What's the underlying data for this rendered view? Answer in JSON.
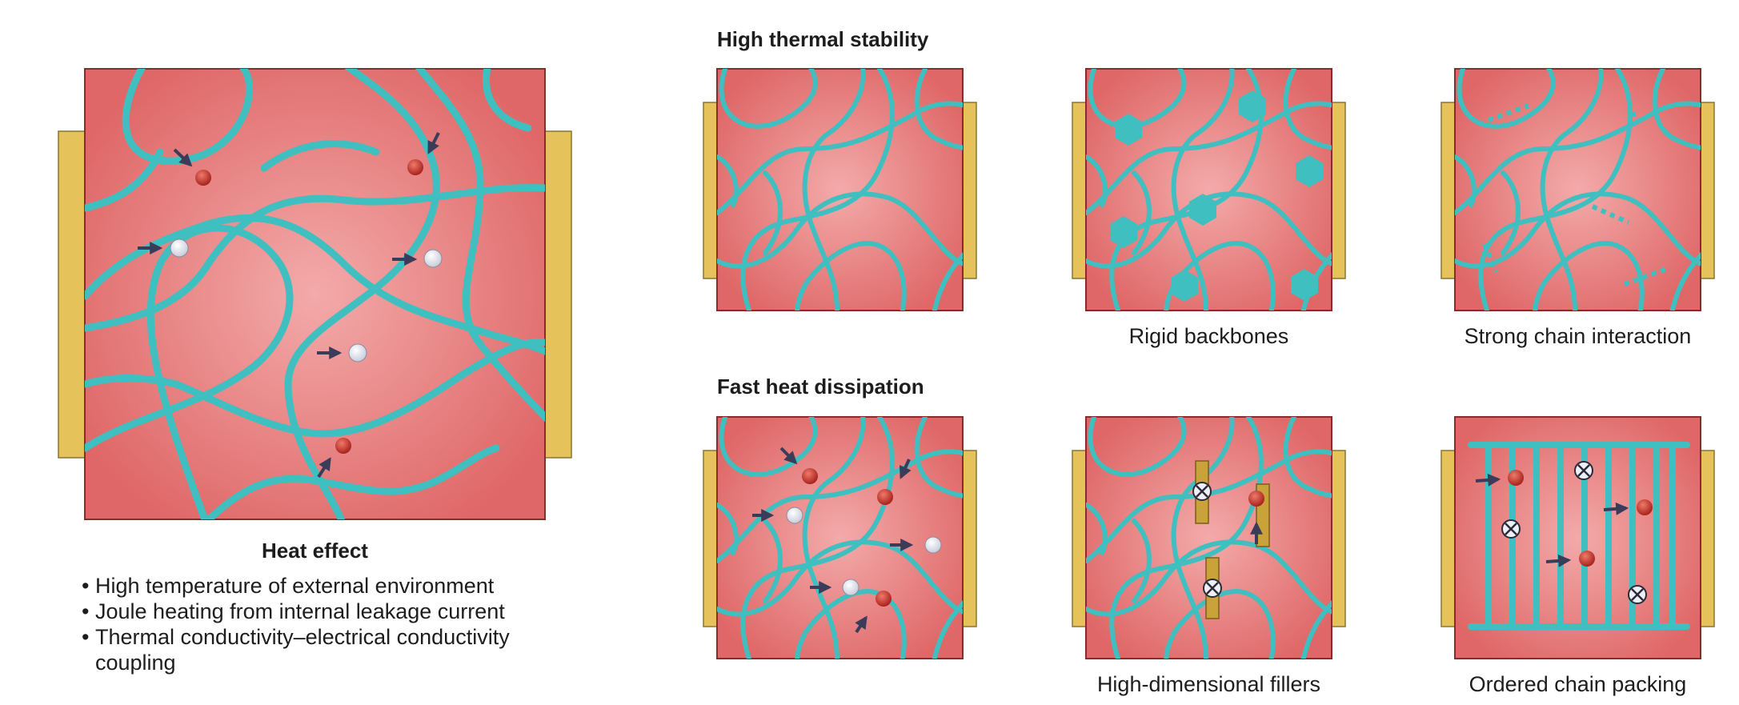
{
  "headings": {
    "high_thermal_stability": "High thermal stability",
    "fast_heat_dissipation": "Fast heat dissipation"
  },
  "heat_effect": {
    "title": "Heat effect",
    "bullets": [
      "High temperature of external environment",
      "Joule heating from internal leakage current",
      "Thermal conductivity–electrical conductivity coupling"
    ]
  },
  "captions": {
    "rigid_backbones": "Rigid backbones",
    "strong_chain_interaction": "Strong chain interaction",
    "high_dimensional_fillers": "High-dimensional fillers",
    "ordered_chain_packing": "Ordered chain packing"
  },
  "colors": {
    "panel_center": "#f3a8a8",
    "panel_edge": "#e06a6a",
    "panel_border": "#8a2a2a",
    "electrode": "#e6c35a",
    "electrode_border": "#8a7436",
    "chain": "#3fbfbf",
    "carrier_red": "#c0302a",
    "carrier_white": "#eef0f6",
    "arrow": "#3a3c5a",
    "filler": "#c9a23a"
  }
}
